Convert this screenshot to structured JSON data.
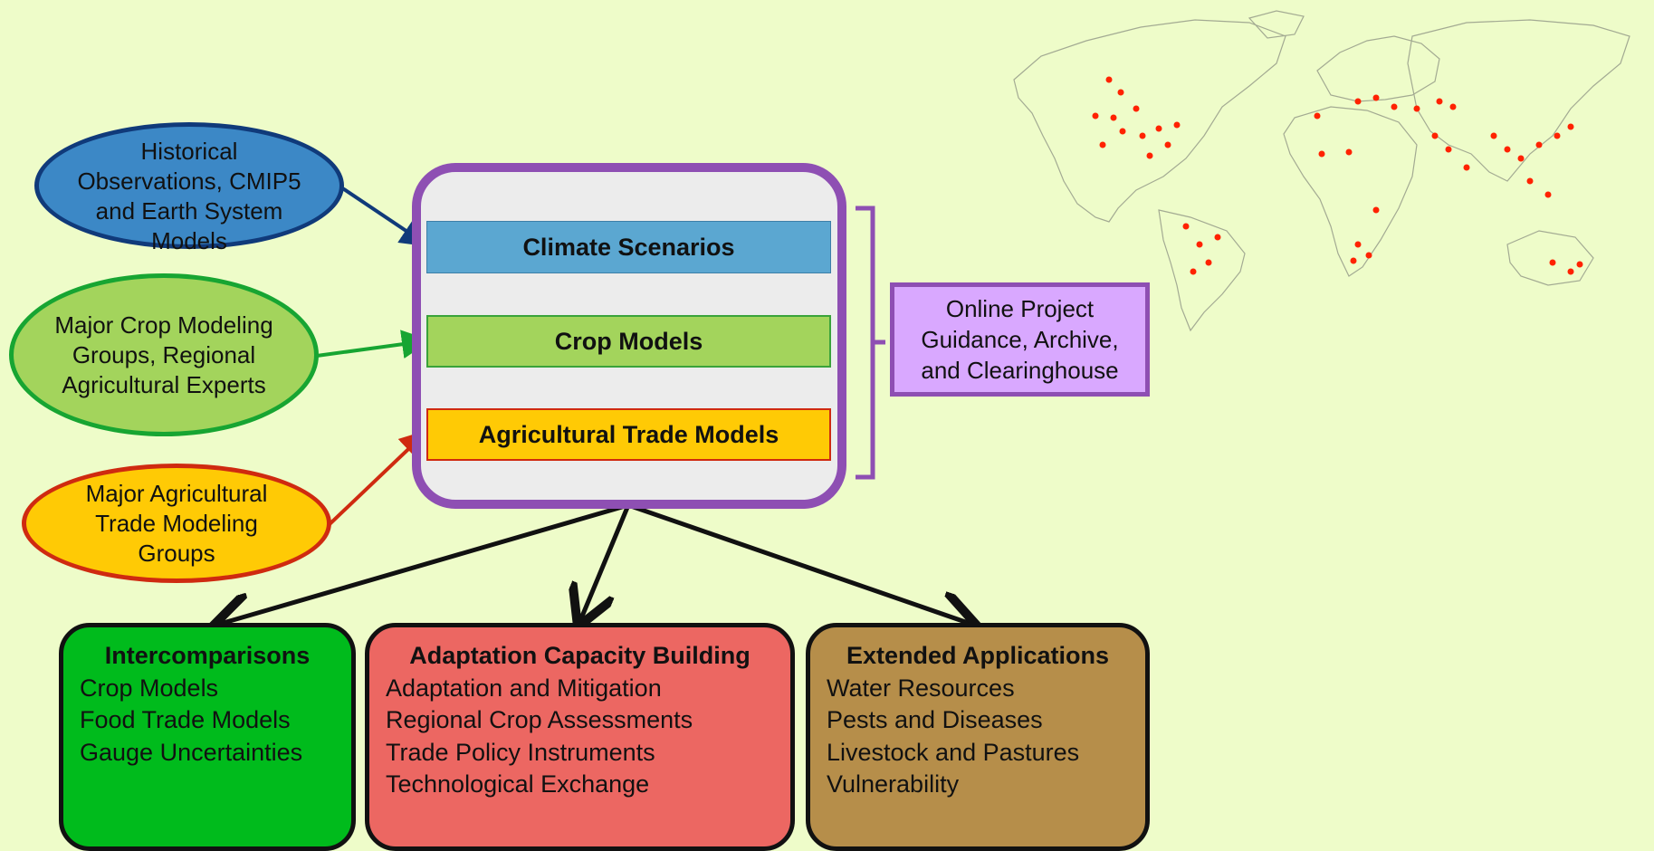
{
  "sources": {
    "observations": "Historical\nObservations, CMIP5\nand Earth System\nModels",
    "crop_groups": "Major Crop Modeling\nGroups, Regional\nAgricultural Experts",
    "trade_groups": "Major Agricultural\nTrade Modeling\nGroups"
  },
  "core": {
    "climate": "Climate Scenarios",
    "crop": "Crop Models",
    "trade": "Agricultural Trade Models"
  },
  "online": "Online Project\nGuidance, Archive,\nand Clearinghouse",
  "outputs": [
    {
      "title": "Intercomparisons",
      "items": [
        "Crop Models",
        "Food Trade Models",
        "Gauge Uncertainties"
      ]
    },
    {
      "title": "Adaptation Capacity Building",
      "items": [
        "Adaptation and Mitigation",
        "Regional Crop Assessments",
        "Trade Policy Instruments",
        "Technological Exchange"
      ]
    },
    {
      "title": "Extended Applications",
      "items": [
        "Water Resources",
        "Pests and Diseases",
        "Livestock and Pastures",
        "Vulnerability"
      ]
    }
  ],
  "colors": {
    "background": "#eefcc9",
    "frame": "#8e4fb3",
    "climate": "#5ba7d1",
    "crop": "#a3d45c",
    "trade": "#ffca05",
    "online": "#d9a8ff",
    "intercomparisons": "#00bb1c",
    "adaptation": "#ec6762",
    "applications": "#b68e4a",
    "site_marker": "#ff2200"
  },
  "map": {
    "icon": "world-map-icon",
    "marker_icon": "study-site-marker-icon"
  }
}
